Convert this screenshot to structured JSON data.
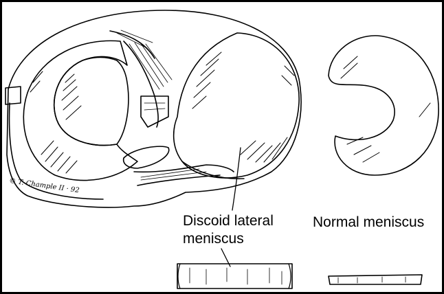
{
  "labels": {
    "discoid_line1": "Discoid lateral",
    "discoid_line2": "meniscus",
    "normal": "Normal meniscus"
  },
  "signature": "© T. Chample II · 92",
  "colors": {
    "ink": "#000000",
    "paper": "#ffffff"
  }
}
